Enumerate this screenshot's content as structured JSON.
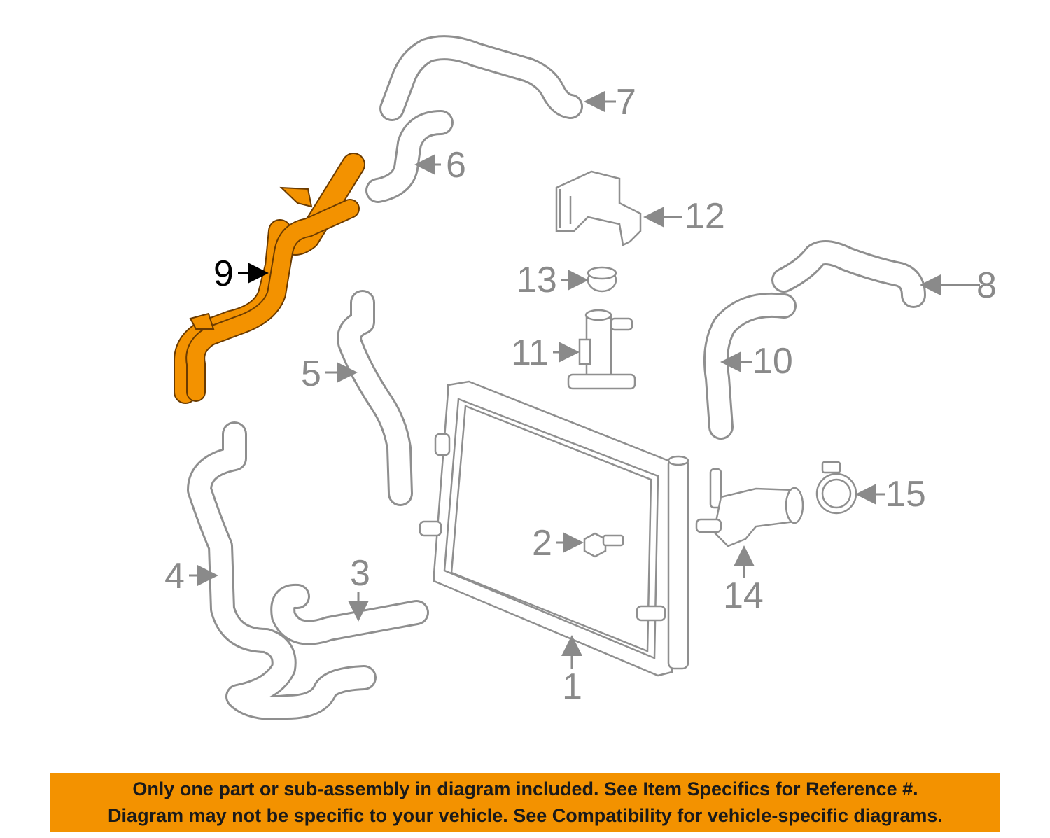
{
  "callouts": {
    "c1": "1",
    "c2": "2",
    "c3": "3",
    "c4": "4",
    "c5": "5",
    "c6": "6",
    "c7": "7",
    "c8": "8",
    "c9": "9",
    "c10": "10",
    "c11": "11",
    "c12": "12",
    "c13": "13",
    "c14": "14",
    "c15": "15"
  },
  "highlighted_part": "9",
  "colors": {
    "highlight": "#f39200",
    "line_art": "#8f8f8f",
    "banner": "#f39200"
  },
  "disclaimer": {
    "line1": "Only one part or sub-assembly in diagram included. See Item Specifics for Reference #.",
    "line2": "Diagram may not be specific to your vehicle. See Compatibility for vehicle-specific diagrams."
  }
}
